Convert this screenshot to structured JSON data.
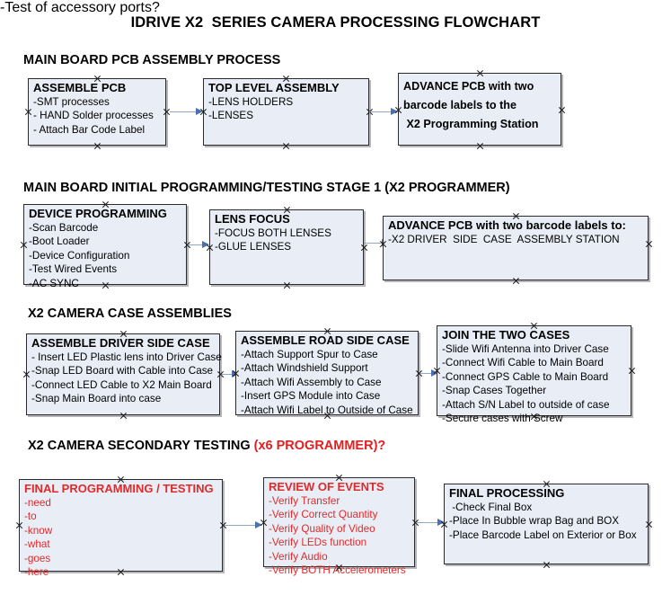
{
  "document": {
    "title": "IDRIVE X2  SERIES CAMERA PROCESSING FLOWCHART",
    "accent_red": "#e02a2a",
    "box_fill": "#e9edf6",
    "box_border": "#2b2b2b",
    "arrow_shaft": "#8fa9c4",
    "arrow_head": "#4a70b0"
  },
  "sections": [
    {
      "heading": "MAIN BOARD PCB ASSEMBLY PROCESS",
      "heading_accent": "",
      "boxes": [
        {
          "title": "ASSEMBLE PCB",
          "lines": [
            "-SMT processes",
            "- HAND Solder processes",
            "- Attach Bar Code Label"
          ]
        },
        {
          "title": "TOP LEVEL ASSEMBLY",
          "lines": [
            "-LENS HOLDERS",
            "-LENSES"
          ]
        },
        {
          "title": "ADVANCE PCB with two",
          "lines": [
            "barcode labels to the",
            " X2 Programming Station"
          ]
        }
      ]
    },
    {
      "heading": "MAIN BOARD INITIAL PROGRAMMING/TESTING STAGE 1 (X2 PROGRAMMER)",
      "heading_accent": "",
      "boxes": [
        {
          "title": "DEVICE PROGRAMMING",
          "lines": [
            "-Scan Barcode",
            "-Boot Loader",
            "-Device Configuration",
            "-Test Wired Events",
            "-AC SYNC"
          ]
        },
        {
          "title": "LENS FOCUS",
          "lines": [
            "-FOCUS BOTH LENSES",
            "-GLUE LENSES"
          ]
        },
        {
          "title": "ADVANCE PCB with two barcode labels to:",
          "lines": [
            "-X2 DRIVER  SIDE  CASE  ASSEMBLY STATION"
          ]
        }
      ]
    },
    {
      "heading": "X2 CAMERA CASE ASSEMBLIES",
      "heading_accent": "",
      "boxes": [
        {
          "title": "ASSEMBLE DRIVER SIDE CASE",
          "lines": [
            "- Insert LED Plastic lens into Driver Case",
            "-Snap LED Board with Cable into Case",
            "-Connect LED Cable to X2 Main Board",
            "-Snap Main Board into case"
          ]
        },
        {
          "title": "ASSEMBLE ROAD SIDE CASE",
          "lines": [
            "-Attach Support Spur to Case",
            "-Attach Windshield Support",
            "-Attach Wifi Assembly to Case",
            "-Insert GPS Module into Case",
            "-Attach Wifi Label to Outside of Case"
          ]
        },
        {
          "title": "JOIN THE TWO CASES",
          "lines": [
            "-Slide Wifi Antenna into Driver Case",
            "-Connect Wifi Cable to Main Board",
            "-Connect GPS Cable to Main Board",
            "-Snap Cases Together",
            "-Attach S/N Label to outside of case",
            "-Secure cases with Screw"
          ]
        }
      ]
    },
    {
      "heading": "X2 CAMERA SECONDARY TESTING ",
      "heading_accent": "(x6 PROGRAMMER)?",
      "boxes": [
        {
          "title": "FINAL PROGRAMMING / TESTING",
          "lines": [
            "-need",
            "-to",
            "-know",
            "-what",
            "-goes",
            "-here"
          ]
        },
        {
          "title": "REVIEW OF EVENTS",
          "lines": [
            "-Verify Transfer",
            "-Verify Correct Quantity",
            "-Verify Quality of Video",
            "-Verify LEDs function",
            "-Verify Audio",
            "-Verify BOTH Accelerometers"
          ],
          "overflow_line": "-Test of accessory ports?"
        },
        {
          "title": "FINAL PROCESSING",
          "lines": [
            " -Check Final Box",
            "-Place In Bubble wrap Bag and BOX",
            "-Place Barcode Label on Exterior or Box"
          ]
        }
      ]
    }
  ]
}
